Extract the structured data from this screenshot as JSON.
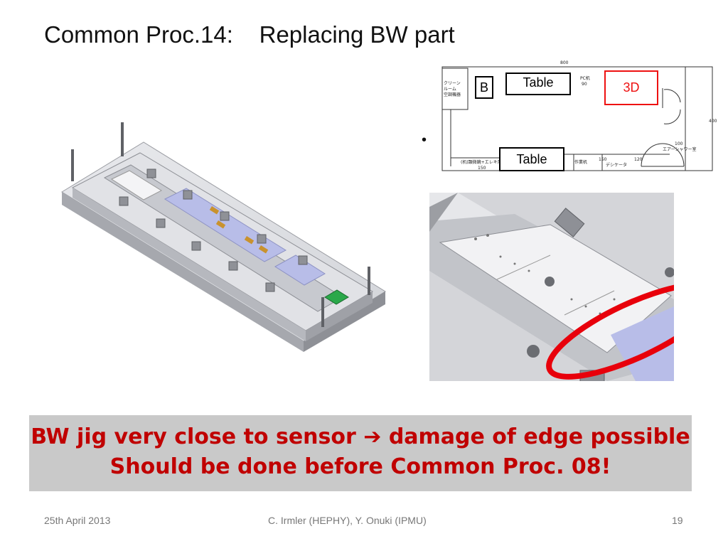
{
  "slide": {
    "title": "Common Proc.14:    Replacing BW part",
    "bullet": "•",
    "floorplan": {
      "labels": {
        "b": "B",
        "table_top": "Table",
        "three_d": "3D",
        "table_bottom": "Table"
      },
      "dims": {
        "top": "800",
        "right": "400",
        "d100": "100",
        "d150": "150",
        "d120": "120",
        "d150b": "150",
        "pc": "PC机",
        "pc90": "90"
      },
      "jp": {
        "clean_room": "クリーン",
        "room": "ルーム",
        "aircon": "空調機器",
        "air_shower": "エアーシャワー室",
        "workbench": "作業机",
        "desiccator": "デシケータ",
        "side_bench": "(机(顕微鏡+エレキ用)"
      }
    },
    "callout": {
      "line1_prefix": "BW jig very close to sensor ",
      "arrow": "➔",
      "line1_suffix": " damage of edge possible",
      "line2": "Should be done before Common Proc. 08!"
    },
    "footer": {
      "date": "25th April 2013",
      "authors": "C. Irmler (HEPHY), Y. Onuki (IPMU)",
      "page": "19"
    },
    "colors": {
      "callout_text": "#c00000",
      "callout_bg": "#c9c9c9",
      "highlight_ring": "#e8000b",
      "sensor": "#b8bde8"
    }
  }
}
